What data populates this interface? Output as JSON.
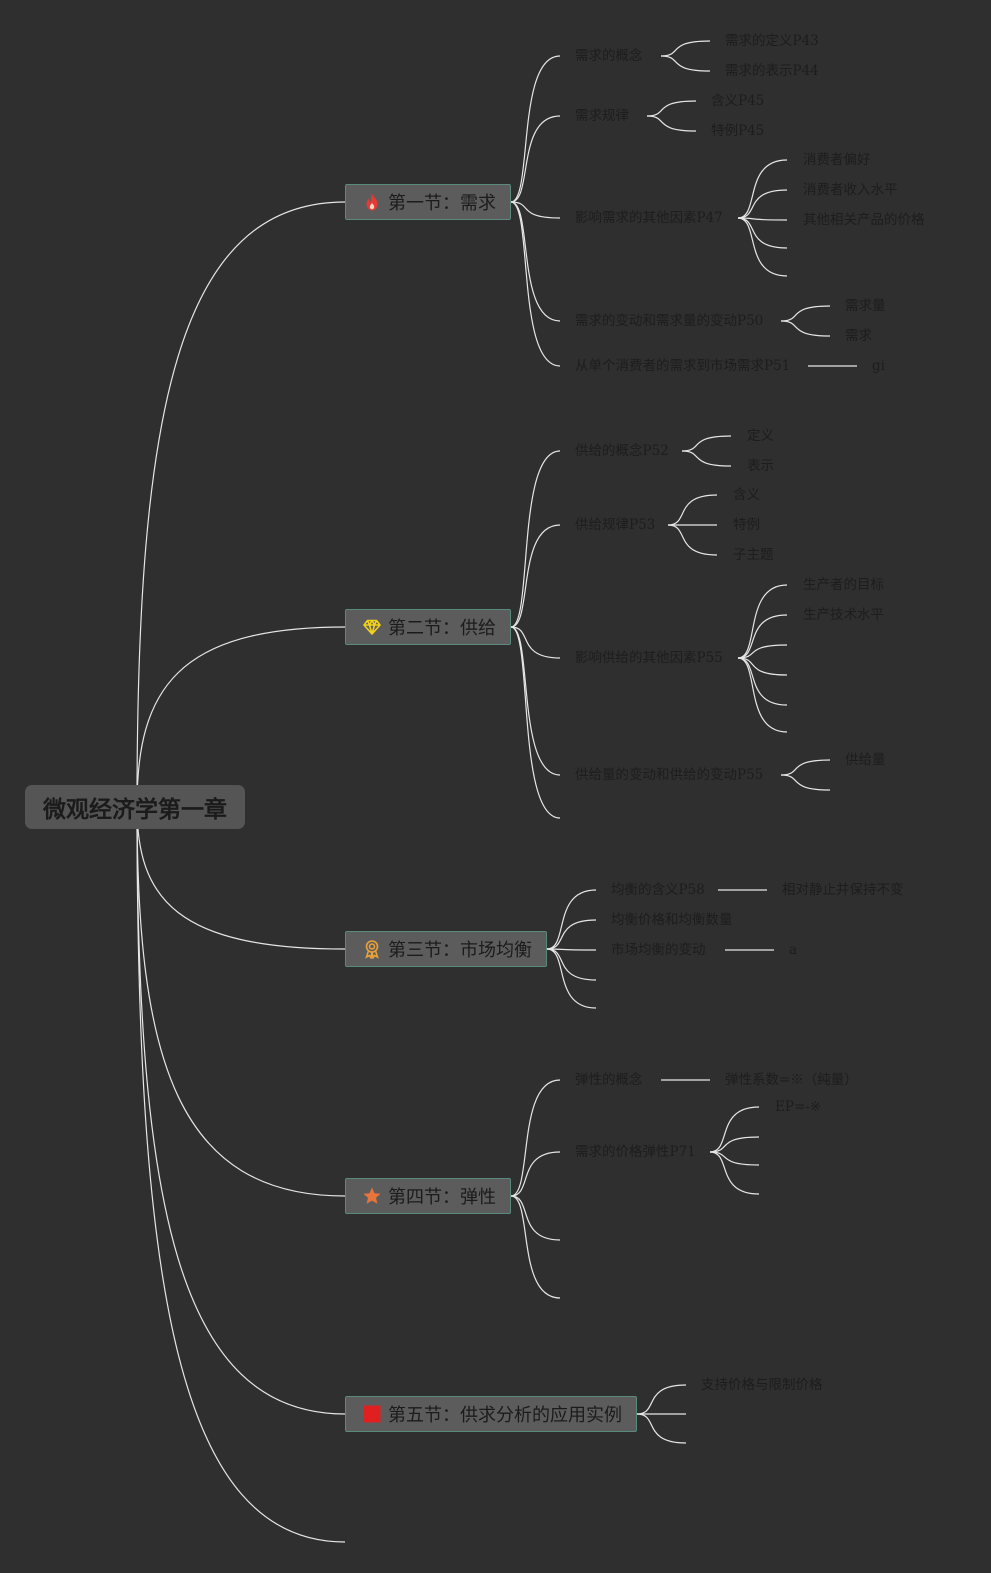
{
  "root": {
    "title": "微观经济学第一章"
  },
  "sections": [
    {
      "label": "第一节：需求",
      "icon": "fire-icon",
      "icon_color": "#e53935",
      "children": [
        {
          "label": "需求的概念",
          "children": [
            {
              "label": "需求的定义P43"
            },
            {
              "label": "需求的表示P44"
            }
          ]
        },
        {
          "label": "需求规律",
          "children": [
            {
              "label": "含义P45"
            },
            {
              "label": "特例P45"
            }
          ]
        },
        {
          "label": "影响需求的其他因素P47",
          "children": [
            {
              "label": "消费者偏好"
            },
            {
              "label": "消费者收入水平"
            },
            {
              "label": "其他相关产品的价格"
            },
            {
              "label": ""
            },
            {
              "label": ""
            }
          ]
        },
        {
          "label": "需求的变动和需求量的变动P50",
          "children": [
            {
              "label": "需求量"
            },
            {
              "label": "需求"
            }
          ]
        },
        {
          "label": "从单个消费者的需求到市场需求P51",
          "children": [
            {
              "label": "gi"
            }
          ]
        }
      ]
    },
    {
      "label": "第二节：供给",
      "icon": "diamond-icon",
      "icon_color": "#f2d21b",
      "children": [
        {
          "label": "供给的概念P52",
          "children": [
            {
              "label": "定义"
            },
            {
              "label": "表示"
            }
          ]
        },
        {
          "label": "供给规律P53",
          "children": [
            {
              "label": "含义"
            },
            {
              "label": "特例"
            },
            {
              "label": "子主题"
            }
          ]
        },
        {
          "label": "影响供给的其他因素P55",
          "children": [
            {
              "label": "生产者的目标"
            },
            {
              "label": "生产技术水平"
            },
            {
              "label": ""
            },
            {
              "label": ""
            },
            {
              "label": ""
            }
          ]
        },
        {
          "label": "供给量的变动和供给的变动P55",
          "children": [
            {
              "label": "供给量"
            },
            {
              "label": ""
            }
          ]
        },
        {
          "label": ""
        }
      ]
    },
    {
      "label": "第三节：市场均衡",
      "icon": "medal-icon",
      "icon_color": "#e8a23a",
      "children": [
        {
          "label": "均衡的含义P58",
          "children": [
            {
              "label": "相对静止并保持不变"
            }
          ]
        },
        {
          "label": "均衡价格和均衡数量"
        },
        {
          "label": "市场均衡的变动",
          "children": [
            {
              "label": "a"
            }
          ]
        },
        {
          "label": ""
        },
        {
          "label": ""
        }
      ]
    },
    {
      "label": "第四节：弹性",
      "icon": "star-icon",
      "icon_color": "#e8743b",
      "children": [
        {
          "label": "弹性的概念",
          "children": [
            {
              "label": "弹性系数=※（纯量）"
            }
          ]
        },
        {
          "label": "需求的价格弹性P71",
          "children": [
            {
              "label": "EP=-※"
            },
            {
              "label": ""
            },
            {
              "label": ""
            },
            {
              "label": ""
            }
          ]
        },
        {
          "label": ""
        },
        {
          "label": ""
        }
      ]
    },
    {
      "label": "第五节：供求分析的应用实例",
      "icon": "square-icon",
      "icon_color": "#e02020",
      "children": [
        {
          "label": "支持价格与限制价格"
        },
        {
          "label": ""
        },
        {
          "label": ""
        }
      ]
    }
  ]
}
